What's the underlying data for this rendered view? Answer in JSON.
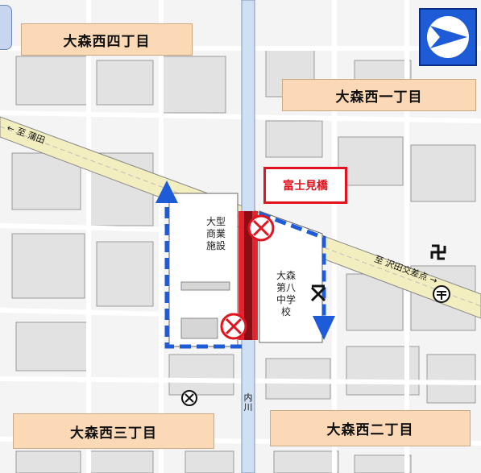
{
  "areas": {
    "nw": "大森西四丁目",
    "ne": "大森西一丁目",
    "sw": "大森西三丁目",
    "se": "大森西二丁目"
  },
  "bridge": "富士見橋",
  "facilities": {
    "commercial": "大型商業施設",
    "school": "大森第八中学校"
  },
  "roads": {
    "to_kamata": "← 至 蒲田",
    "to_sawada": "至 沢田交差点 →"
  },
  "river": "内川",
  "colors": {
    "detour_route": "#1e5bd6",
    "closure": "#e0141e",
    "area_label_bg": "#fbd9b6",
    "main_road": "#f3eec0"
  },
  "icons": [
    "compass-north-icon",
    "no-entry-icon",
    "school-icon",
    "temple-icon",
    "post-office-icon"
  ]
}
